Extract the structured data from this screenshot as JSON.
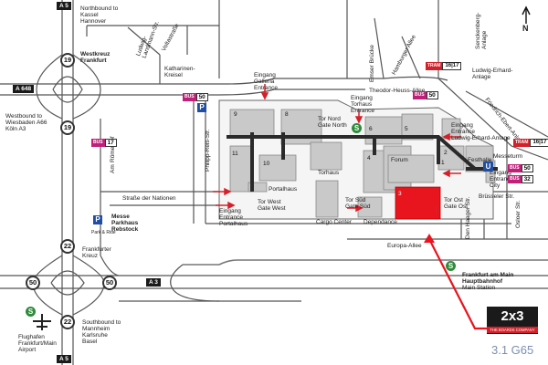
{
  "compass": {
    "letter": "N"
  },
  "roads": {
    "a5_top": "A 5",
    "a5_bottom": "A 5",
    "a648": "A 648",
    "a3": "A 3",
    "r19": "19",
    "r22": "22",
    "r50_left": "50",
    "r50_right": "50"
  },
  "directions": {
    "north": [
      "Northbound to",
      "Kassel",
      "Hannover"
    ],
    "westkreuz": [
      "Westkreuz",
      "Frankfurt"
    ],
    "westbound": [
      "Westbound to",
      "Wiesbaden A66",
      "Köln A3"
    ],
    "frankfurter_kreuz": [
      "Frankfurter",
      "Kreuz"
    ],
    "southbound": [
      "Southbound to",
      "Mannheim",
      "Karlsruhe",
      "Basel"
    ],
    "airport": [
      "Flughafen",
      "Frankfurt/Main",
      "Airport"
    ],
    "hbf": [
      "Frankfurt am Main",
      "Hauptbahnhof",
      "Main Station"
    ]
  },
  "streets": {
    "voltastrasse": "Voltastraße",
    "ludwig_landmann": [
      "Ludwig-",
      "Landmann-Str."
    ],
    "katharinen": [
      "Katharinen-",
      "Kreisel"
    ],
    "am": "Am",
    "roemerhof": "Römerhof",
    "philipp_reis": "Philipp-Reis-Str.",
    "strasse_nationen": [
      "Straße",
      "der Nationen"
    ],
    "hamburger_allee": "Hamburger Allee",
    "senckenberg": [
      "Senckenberg-",
      "Anlage"
    ],
    "emser_bruecke": "Emser Brücke",
    "theodor_heuss": "Theodor-Heuss-Allee",
    "ludwig_erhard": [
      "Ludwig-Erhard-",
      "Anlage"
    ],
    "friedrich_ebert": "Friedrich-Ebert-Anlage",
    "europa_allee": "Europa-Allee",
    "bruesseler": "Brüsseler Str.",
    "den_haager": "Den Haager Str.",
    "osloer": "Osloer Str."
  },
  "entrances": {
    "galleria": [
      "Eingang",
      "Galleria",
      "Entrance"
    ],
    "torhaus": [
      "Eingang",
      "Torhaus",
      "Entrance"
    ],
    "tor_nord": [
      "Tor Nord",
      "Gate North"
    ],
    "ludwig_erhard": [
      "Eingang",
      "Entrance",
      "Ludwig-Erhard-Anlage"
    ],
    "city": [
      "Eingang",
      "Entrance",
      "City"
    ],
    "tor_west": [
      "Tor West",
      "Gate West"
    ],
    "portalhaus": [
      "Eingang",
      "Entrance",
      "Portalhaus"
    ],
    "tor_sued": [
      "Tor Süd",
      "Gate Süd"
    ],
    "tor_ost": [
      "Tor Ost",
      "Gate Ost"
    ]
  },
  "buildings": {
    "h9": "9",
    "h8": "8",
    "h11": "11",
    "h10": "10",
    "h6": "6",
    "h5": "5",
    "h4": "4",
    "h3": "3",
    "h1": "1",
    "h2": "2",
    "portalhaus": "Portalhaus",
    "torhaus": "Torhaus",
    "forum": "Forum",
    "festhalle": "Festhalle",
    "messeturm": "Messeturm",
    "cargo": "Cargo Center",
    "dependance": "Dependance"
  },
  "transit": {
    "bus_label": "BUS",
    "bus_17": "17",
    "bus_50_top": "50",
    "bus_50_right": "50",
    "bus_32": "32",
    "tram_label": "TRAM",
    "tram_top": "16|17",
    "tram_right": "16|17",
    "sbahn": "S",
    "ubahn": "U",
    "parking": "P"
  },
  "parking": {
    "messe_parkhaus": [
      "Messe",
      "Parkhaus",
      "Rebstock"
    ],
    "park_ride": "Park & Ride"
  },
  "logo": {
    "text": "2x3",
    "tagline": "THE BOARDS COMPANY"
  },
  "booth": "3.1 G65",
  "colors": {
    "highlight": "#e8141e",
    "arrow": "#d5202a",
    "bus": "#c0207a",
    "sbahn": "#2e8b3a",
    "ubahn": "#1f4ea3",
    "tram": "#d5202a",
    "building": "#c9c9c9"
  }
}
